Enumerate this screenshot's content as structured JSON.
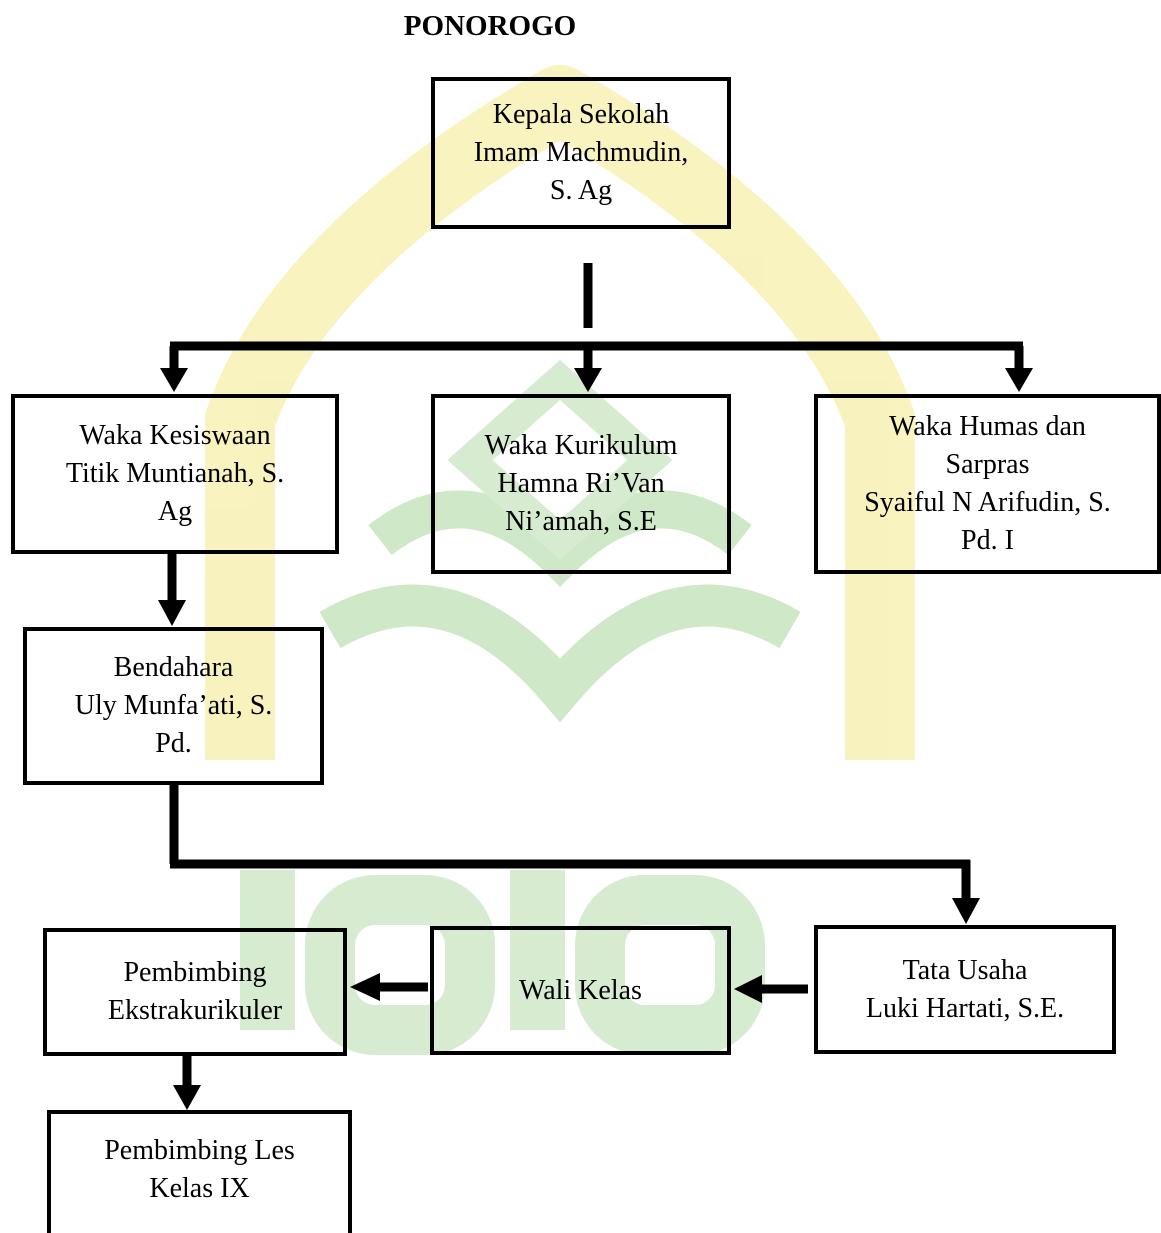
{
  "heading": "PONOROGO",
  "boxes": {
    "kepala_sekolah": {
      "lines": [
        "Kepala Sekolah",
        "Imam Machmudin,",
        "S. Ag"
      ]
    },
    "waka_kesiswaan": {
      "lines": [
        "Waka Kesiswaan",
        "Titik Muntianah, S.",
        "Ag"
      ]
    },
    "waka_kurikulum": {
      "lines": [
        "Waka Kurikulum",
        "Hamna Ri’Van",
        "Ni’amah, S.E"
      ]
    },
    "waka_humas": {
      "lines": [
        "Waka Humas dan",
        "Sarpras",
        "Syaiful N Arifudin, S.",
        "Pd. I"
      ]
    },
    "bendahara": {
      "lines": [
        "Bendahara",
        "Uly Munfa’ati, S.",
        "Pd."
      ]
    },
    "tata_usaha": {
      "lines": [
        "Tata Usaha",
        "Luki Hartati, S.E."
      ]
    },
    "wali_kelas": {
      "lines": [
        "Wali Kelas"
      ]
    },
    "pembimbing_ekstrakurikuler": {
      "lines": [
        "Pembimbing",
        "Ekstrakurikuler"
      ]
    },
    "pembimbing_les": {
      "lines": [
        "Pembimbing Les",
        "Kelas IX"
      ]
    }
  },
  "colors": {
    "line": "#000000",
    "watermark_yellow": "#f8f2a6",
    "watermark_green": "#cbe6c4"
  }
}
